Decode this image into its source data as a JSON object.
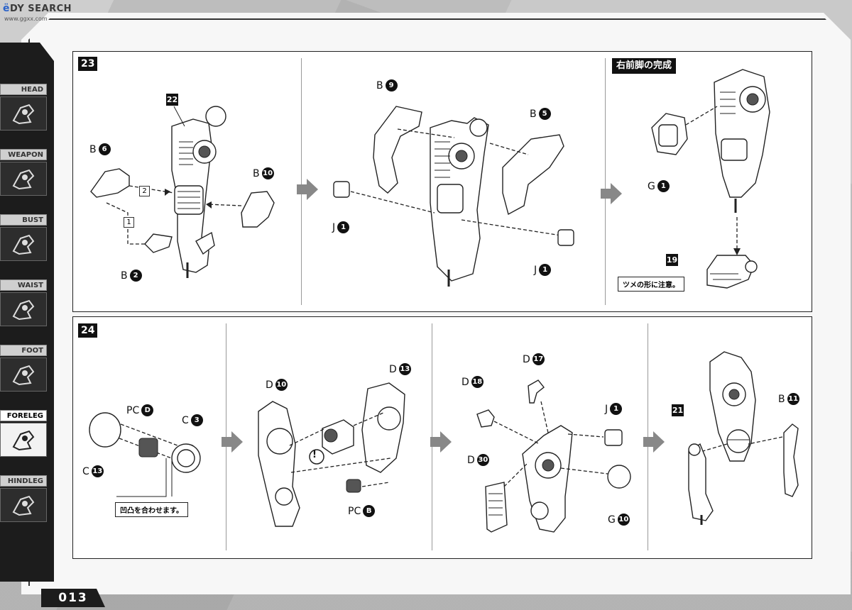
{
  "watermark": {
    "logo_main": "DY SEARCH",
    "logo_sub": "www.ggxx.com",
    "logo_prefix": "ё"
  },
  "sidebar": {
    "categories": [
      {
        "label": "HEAD",
        "icon": "head-icon",
        "active": false
      },
      {
        "label": "WEAPON",
        "icon": "weapon-icon",
        "active": false
      },
      {
        "label": "BUST",
        "icon": "bust-icon",
        "active": false
      },
      {
        "label": "WAIST",
        "icon": "waist-icon",
        "active": false
      },
      {
        "label": "FOOT",
        "icon": "foot-icon",
        "active": false
      },
      {
        "label": "FORELEG",
        "icon": "foreleg-icon",
        "active": true
      },
      {
        "label": "HINDLEG",
        "icon": "hindleg-icon",
        "active": false
      }
    ]
  },
  "page_number": "013",
  "step23": {
    "number": "23",
    "sub1": "1",
    "sub2": "2",
    "assy_ref": "22",
    "parts": {
      "b6": {
        "runner": "B",
        "num": "6"
      },
      "b10": {
        "runner": "B",
        "num": "10"
      },
      "b2": {
        "runner": "B",
        "num": "2"
      },
      "b9": {
        "runner": "B",
        "num": "9"
      },
      "b5": {
        "runner": "B",
        "num": "5"
      },
      "j1a": {
        "runner": "J",
        "num": "1"
      },
      "j1b": {
        "runner": "J",
        "num": "1"
      },
      "g1": {
        "runner": "G",
        "num": "1"
      }
    },
    "complete_title": "右前脚の完成",
    "assy_ref2": "19",
    "note": "ツメの形に注意。"
  },
  "step24": {
    "number": "24",
    "parts": {
      "pcd": {
        "runner": "PC",
        "num": "D"
      },
      "c3": {
        "runner": "C",
        "num": "3"
      },
      "c13": {
        "runner": "C",
        "num": "13"
      },
      "d10": {
        "runner": "D",
        "num": "10"
      },
      "d13": {
        "runner": "D",
        "num": "13"
      },
      "pcb": {
        "runner": "PC",
        "num": "B"
      },
      "d18": {
        "runner": "D",
        "num": "18"
      },
      "d17": {
        "runner": "D",
        "num": "17"
      },
      "j1": {
        "runner": "J",
        "num": "1"
      },
      "d30": {
        "runner": "D",
        "num": "30"
      },
      "g10": {
        "runner": "G",
        "num": "10"
      },
      "b11": {
        "runner": "B",
        "num": "11"
      }
    },
    "note": "凹凸を合わせます。",
    "caution": "!",
    "assy_ref": "21"
  }
}
